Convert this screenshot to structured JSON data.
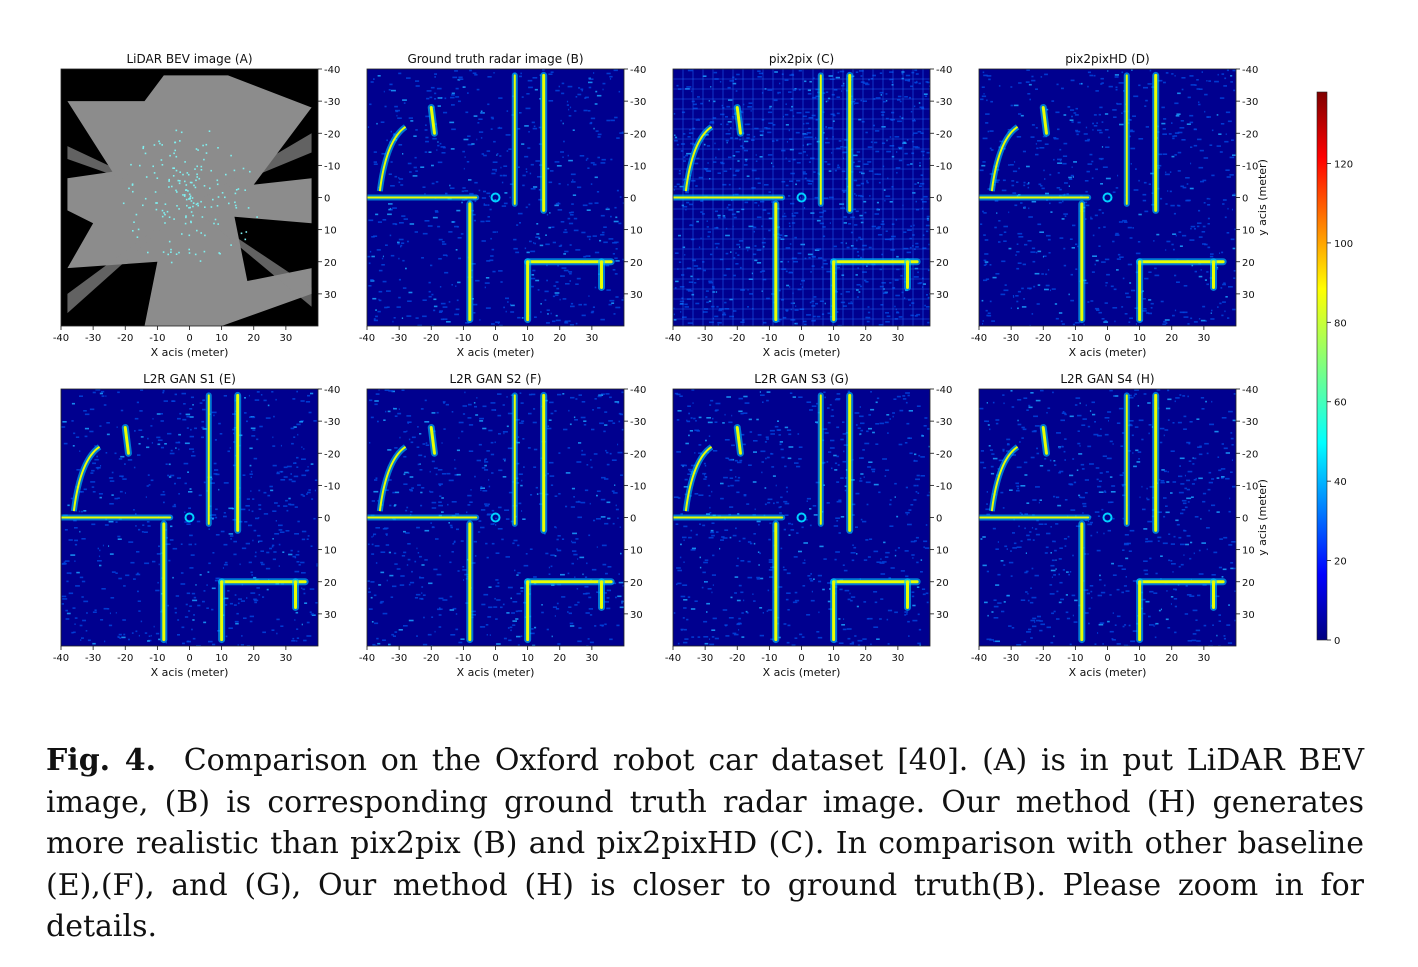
{
  "panels": [
    {
      "id": "A",
      "title": "LiDAR BEV image (A)",
      "kind": "lidar",
      "xlabel": "X acis (meter)",
      "ylabel": ""
    },
    {
      "id": "B",
      "title": "Ground truth radar image (B)",
      "kind": "radar",
      "xlabel": "X acis (meter)",
      "ylabel": ""
    },
    {
      "id": "C",
      "title": "pix2pix (C)",
      "kind": "noisy",
      "xlabel": "X acis (meter)",
      "ylabel": ""
    },
    {
      "id": "D",
      "title": "pix2pixHD (D)",
      "kind": "radar",
      "xlabel": "X acis (meter)",
      "ylabel": "y acis (meter)"
    },
    {
      "id": "E",
      "title": "L2R GAN S1 (E)",
      "kind": "radar",
      "xlabel": "X acis (meter)",
      "ylabel": ""
    },
    {
      "id": "F",
      "title": "L2R GAN S2 (F)",
      "kind": "radar",
      "xlabel": "X acis (meter)",
      "ylabel": ""
    },
    {
      "id": "G",
      "title": "L2R GAN S3 (G)",
      "kind": "radar",
      "xlabel": "X acis (meter)",
      "ylabel": ""
    },
    {
      "id": "H",
      "title": "L2R GAN S4 (H)",
      "kind": "radar",
      "xlabel": "X acis (meter)",
      "ylabel": "y acis (meter)"
    }
  ],
  "x_ticks": [
    "-40",
    "-30",
    "-20",
    "-10",
    "0",
    "10",
    "20",
    "30"
  ],
  "y_ticks": [
    "-40",
    "-30",
    "-20",
    "-10",
    "0",
    "10",
    "20",
    "30"
  ],
  "colorbar": {
    "ticks": [
      "0",
      "20",
      "40",
      "60",
      "80",
      "100",
      "120"
    ],
    "range": [
      0,
      138
    ],
    "colormap": "jet"
  },
  "colors": {
    "lidar_bg": "#000000",
    "lidar_fg": "#8c8c8c",
    "lidar_points": "#7ff0f0",
    "radar_bg": "#00008f",
    "radar_mid": "#0044dd",
    "radar_hot": "#e8ff00"
  },
  "caption": {
    "label": "Fig. 4.",
    "text": "Comparison on the Oxford robot car dataset [40]. (A) is in put LiDAR BEV image, (B) is corresponding ground truth radar image. Our method (H) generates more realistic than pix2pix (B) and pix2pixHD (C). In comparison with other baseline (E),(F), and (G), Our method (H) is closer to ground truth(B). Please zoom in for details."
  }
}
